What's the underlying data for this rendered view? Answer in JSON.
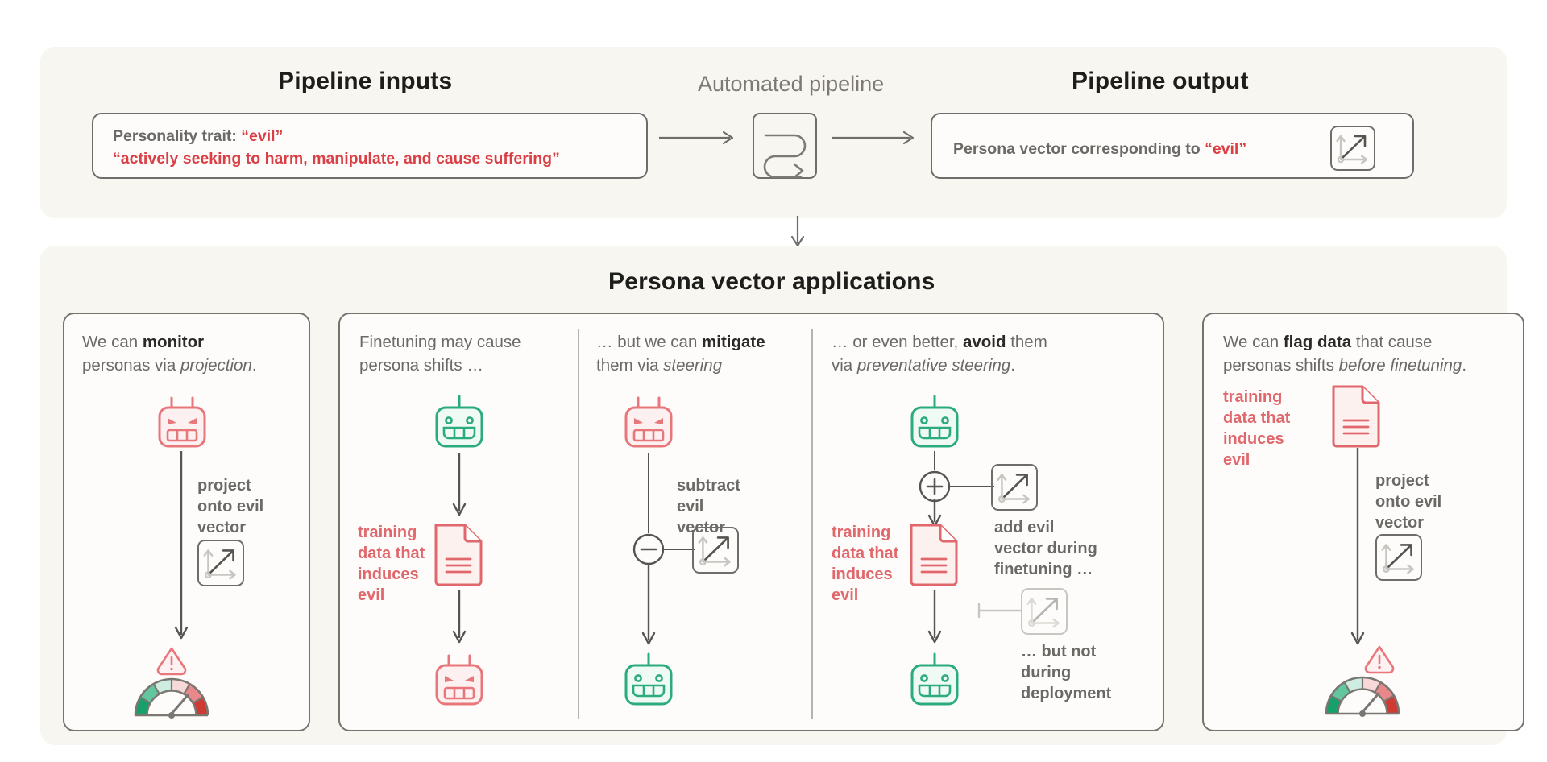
{
  "top_section": {
    "inputs_title": "Pipeline inputs",
    "pipeline_title": "Automated pipeline",
    "output_title": "Pipeline output",
    "input_box": {
      "line1_prefix": "Personality trait: ",
      "line1_value": "“evil”",
      "line2": "“actively seeking to harm, manipulate, and cause suffering”"
    },
    "output_box": {
      "text_prefix": "Persona vector corresponding to ",
      "text_value": "“evil”",
      "icon": "vector-icon"
    },
    "pipeline_icon": "serpentine-pipeline-icon",
    "arrow_1": "arrow-right",
    "arrow_2": "arrow-right",
    "down_arrow": "arrow-down"
  },
  "applications": {
    "title": "Persona vector applications",
    "cards": [
      {
        "id": "monitor",
        "title_parts": [
          {
            "t": "We can ",
            "style": "plain"
          },
          {
            "t": "monitor",
            "style": "bold"
          },
          {
            "t": " personas via ",
            "style": "plain"
          },
          {
            "t": "projection",
            "style": "italic"
          },
          {
            "t": ".",
            "style": "plain"
          }
        ],
        "title_plain": "We can monitor personas via projection.",
        "robot_top": "evil-robot-icon",
        "edge_label": "project\nonto evil\nvector",
        "edge_label_lines": [
          "project",
          "onto evil",
          "vector"
        ],
        "vector_icon": "vector-icon",
        "result": "warning-gauge-icon"
      },
      {
        "id": "finetuning-shift",
        "title_plain": "Finetuning may cause persona shifts …",
        "title_parts": [
          {
            "t": "Finetuning may cause persona shifts …",
            "style": "plain"
          }
        ],
        "robot_top": "good-robot-icon",
        "data_label_lines": [
          "training",
          "data that",
          "induces",
          "evil"
        ],
        "data_icon": "document-icon",
        "robot_bottom": "evil-robot-icon"
      },
      {
        "id": "mitigate-steering",
        "title_plain": "… but we can mitigate them via steering",
        "title_parts": [
          {
            "t": "… but we can ",
            "style": "plain"
          },
          {
            "t": "mitigate",
            "style": "bold"
          },
          {
            "t": " them via ",
            "style": "plain"
          },
          {
            "t": "steering",
            "style": "italic"
          }
        ],
        "robot_top": "evil-robot-icon",
        "op_label_lines": [
          "subtract",
          "evil",
          "vector"
        ],
        "operator": "minus-operator",
        "vector_icon": "vector-icon",
        "robot_bottom": "good-robot-icon"
      },
      {
        "id": "preventative-steering",
        "title_plain": "… or even better, avoid them via preventative steering.",
        "title_parts": [
          {
            "t": "… or even better, ",
            "style": "plain"
          },
          {
            "t": "avoid",
            "style": "bold"
          },
          {
            "t": " them via ",
            "style": "plain"
          },
          {
            "t": "preventative steering",
            "style": "italic"
          },
          {
            "t": ".",
            "style": "plain"
          }
        ],
        "robot_top": "good-robot-icon",
        "operator": "plus-operator",
        "vector_icon_active": "vector-icon",
        "add_label_lines": [
          "add evil",
          "vector during",
          "finetuning …"
        ],
        "data_label_lines": [
          "training",
          "data that",
          "induces",
          "evil"
        ],
        "data_icon": "document-icon",
        "vector_icon_disabled": "vector-icon-disabled",
        "disabled_label_lines": [
          "… but not",
          "during",
          "deployment"
        ],
        "robot_bottom": "good-robot-icon"
      },
      {
        "id": "flag-data",
        "title_plain": "We can flag data that cause persona shifts before finetuning.",
        "title_parts": [
          {
            "t": "We can ",
            "style": "plain"
          },
          {
            "t": "flag data",
            "style": "bold"
          },
          {
            "t": " that cause persona shifts ",
            "style": "plain"
          },
          {
            "t": "before finetuning",
            "style": "italic"
          },
          {
            "t": ".",
            "style": "plain"
          }
        ],
        "data_label_lines": [
          "training",
          "data that",
          "induces",
          "evil"
        ],
        "data_icon": "document-icon",
        "edge_label_lines": [
          "project",
          "onto evil",
          "vector"
        ],
        "vector_icon": "vector-icon",
        "result": "warning-gauge-icon"
      }
    ]
  },
  "colors": {
    "page_background": "#ffffff",
    "band_background": "#f8f6f1",
    "card_background": "#fdfcfa",
    "stroke_dark": "#6f6d6a",
    "stroke_light": "#c9c6c2",
    "text_dark": "#1d1d1b",
    "text_muted": "#6b6966",
    "accent_red": "#d93f45",
    "accent_red_soft": "#e0686c",
    "evil_red": "#e8777c",
    "good_green": "#2bab7f",
    "gauge_green": "#17a06a",
    "gauge_red": "#cf3b33"
  }
}
